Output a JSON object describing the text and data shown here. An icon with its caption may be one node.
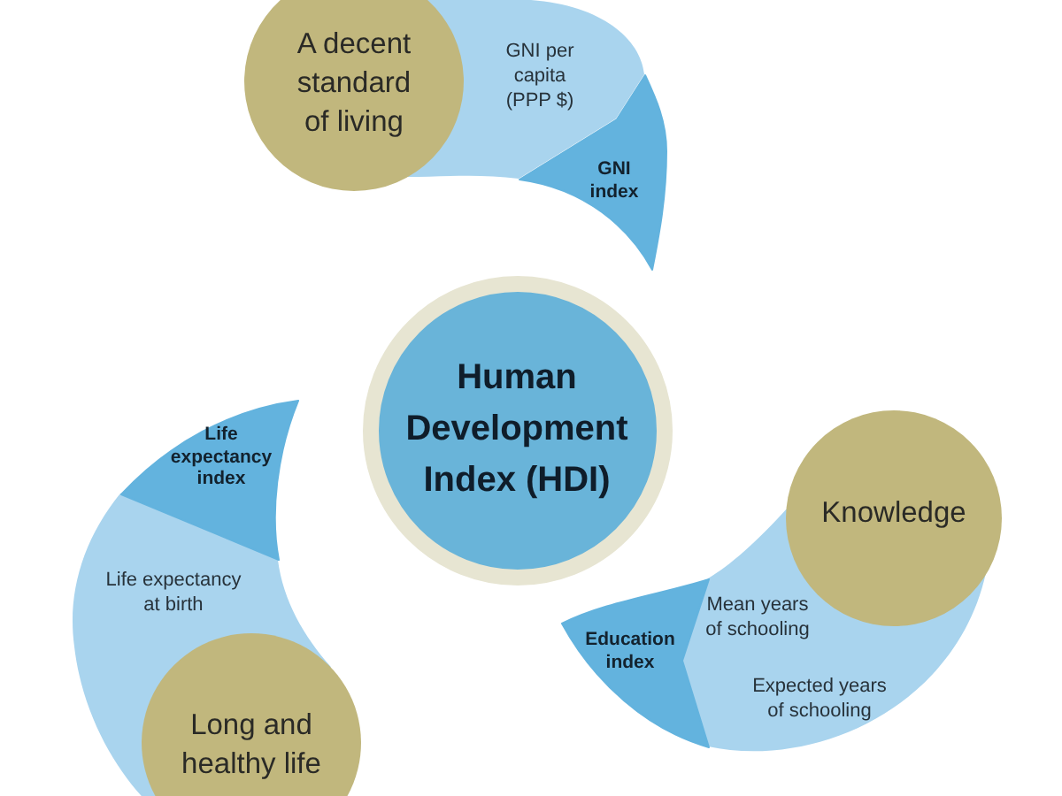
{
  "diagram": {
    "nodes": [
      {
        "text": [
          "A decent standard of living"
        ]
      },
      {
        "text": [
          "GNI per capita (PPP $)"
        ]
      },
      {
        "text": [
          "GNI index"
        ]
      },
      {
        "text": [
          "Human Development Index (HDI)"
        ]
      },
      {
        "text": [
          "Life expectancy index"
        ]
      },
      {
        "text": [
          "Knowledge"
        ]
      },
      {
        "text": [
          "Mean years of schooling",
          "Expected years of schooling"
        ]
      },
      {
        "text": [
          "Life expectancy at birth"
        ]
      },
      {
        "text": [
          "Education index"
        ]
      },
      {
        "text": [
          "Long and healthy life"
        ]
      }
    ]
  }
}
